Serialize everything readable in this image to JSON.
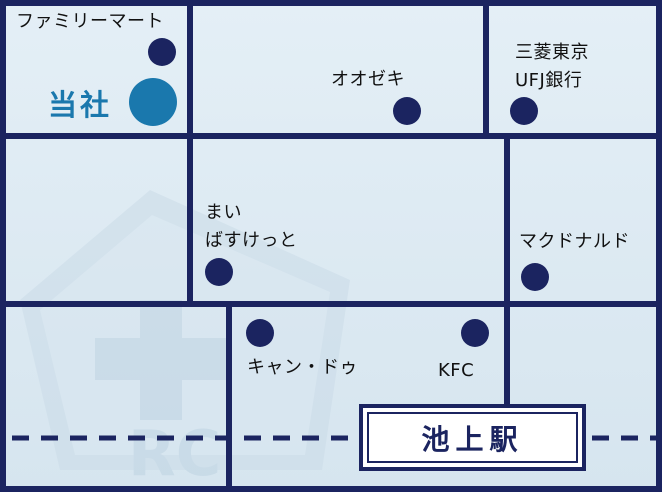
{
  "company": {
    "label": "当社"
  },
  "landmarks": [
    {
      "id": "familymart",
      "label": "ファミリーマート"
    },
    {
      "id": "ozeki",
      "label": "オオゼキ"
    },
    {
      "id": "mufg",
      "label": "三菱東京\nUFJ銀行"
    },
    {
      "id": "maibasu",
      "label": "まい\nばすけっと"
    },
    {
      "id": "mcdonalds",
      "label": "マクドナルド"
    },
    {
      "id": "candoo",
      "label": "キャン・ドゥ"
    },
    {
      "id": "kfc",
      "label": "KFC"
    }
  ],
  "station": {
    "label": "池上駅"
  },
  "watermark": {
    "text": "RC"
  },
  "colors": {
    "block": "#e0edf5",
    "road": "#1b2460",
    "marker": "#1b2460",
    "company_marker": "#1a78ad",
    "company_text": "#1a78ad"
  }
}
